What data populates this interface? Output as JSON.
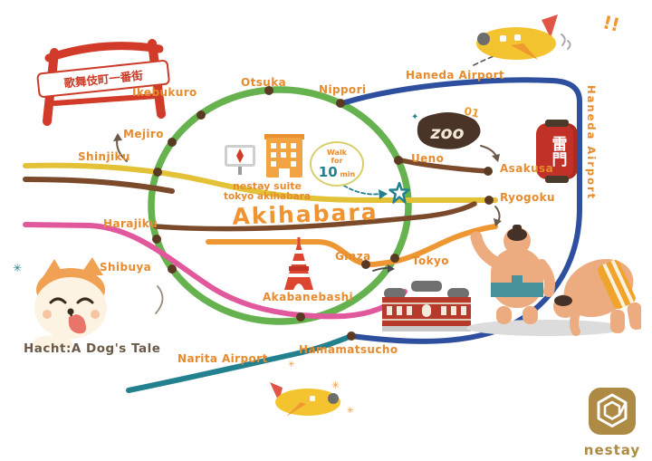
{
  "palette": {
    "yamanote_green": "#66b24e",
    "sobu_yellow": "#e3c237",
    "brown_line": "#7b4a2b",
    "oedo_pink": "#e2589c",
    "ginza_orange": "#ee9631",
    "airport_blue": "#2e4f9e",
    "narita_teal": "#23808f",
    "label_orange": "#e78b2f",
    "accent_red": "#cc3629",
    "station_dot_brown": "#5b3a23",
    "logo_gold": "#ad8b45"
  },
  "stations": {
    "ikebukuro": "Ikebukuro",
    "otsuka": "Otsuka",
    "nippori": "Nippori",
    "mejiro": "Mejiro",
    "shinjiku": "Shinjiku",
    "harajiku": "Harajiku",
    "shibuya": "Shibuya",
    "akihabara": "Akihabara",
    "ueno": "Ueno",
    "asakusa": "Asakusa",
    "ryogoku": "Ryogoku",
    "ginza": "Ginza",
    "tokyo": "Tokyo",
    "akabanebashi": "Akabanebashi",
    "hamamatsucho": "Hamamatsucho",
    "narita_airport": "Narita Airport",
    "haneda_airport": "Haneda Airport"
  },
  "landmarks": {
    "kabukicho_banner": "歌舞伎町一番街",
    "zoo_text": "zoo",
    "zoo_number": "01",
    "kaminarimon": "雷門",
    "hotel_line1": "nestay suite",
    "hotel_line2": "tokyo akihabara"
  },
  "walk_note": {
    "prefix": "Walk",
    "mid": "for",
    "number": "10",
    "unit": "min"
  },
  "caption": "Hacht:A Dog's Tale",
  "logo": {
    "text": "nestay"
  },
  "decorations": {
    "exclamation": "!!",
    "sparkle": "✳",
    "diamond_sparkle": "✦"
  }
}
